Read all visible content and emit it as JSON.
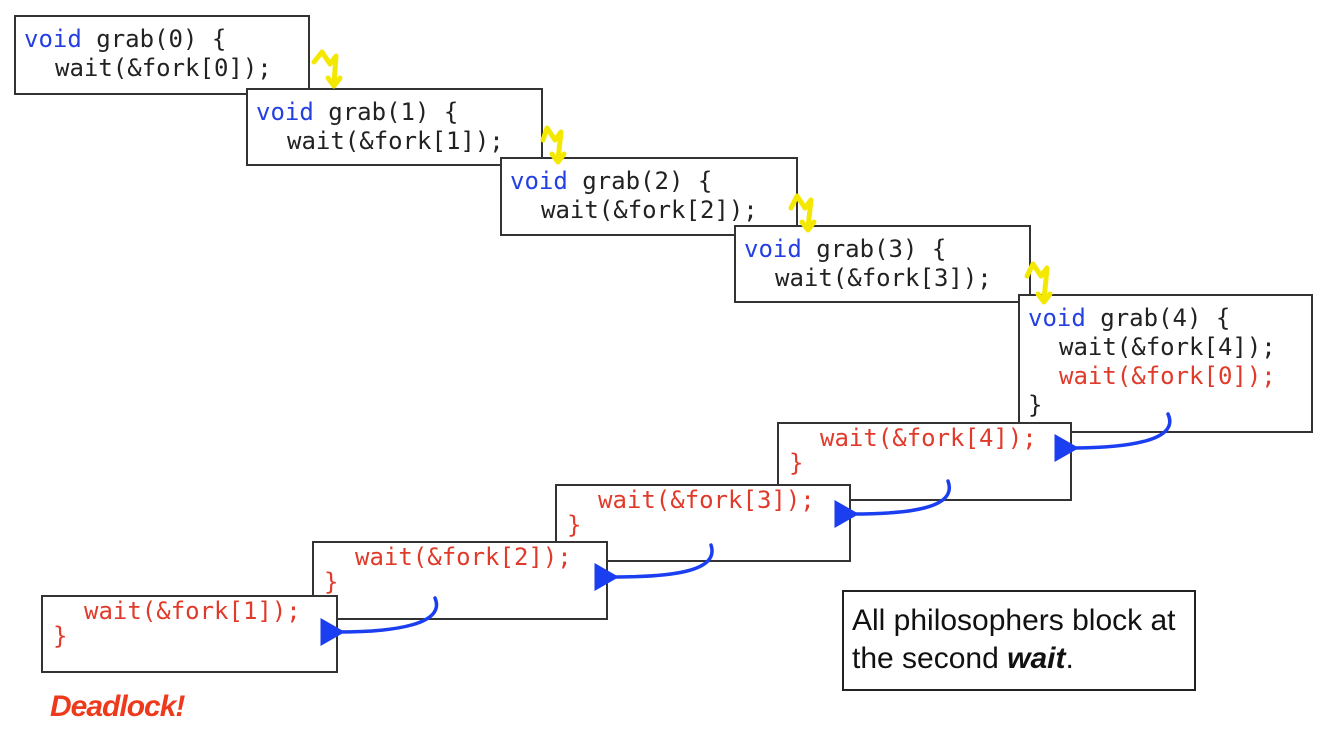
{
  "code_blocks": [
    {
      "keyword": "void",
      "signature": " grab(0) {",
      "first_wait": "wait(&fork[0]);"
    },
    {
      "keyword": "void",
      "signature": " grab(1) {",
      "first_wait": "wait(&fork[1]);"
    },
    {
      "keyword": "void",
      "signature": " grab(2) {",
      "first_wait": "wait(&fork[2]);"
    },
    {
      "keyword": "void",
      "signature": " grab(3) {",
      "first_wait": "wait(&fork[3]);"
    },
    {
      "keyword": "void",
      "signature": " grab(4) {",
      "first_wait": "wait(&fork[4]);",
      "second_wait": "wait(&fork[0]);",
      "close": "}"
    }
  ],
  "second_waits": [
    {
      "text": "wait(&fork[4]);",
      "close": "}"
    },
    {
      "text": "wait(&fork[3]);",
      "close": "}"
    },
    {
      "text": "wait(&fork[2]);",
      "close": "}"
    },
    {
      "text": "wait(&fork[1]);",
      "close": "}"
    }
  ],
  "note": {
    "text": "All philosophers block at the second ",
    "emphasis": "wait",
    "end": "."
  },
  "deadlock_label": "Deadlock!",
  "colors": {
    "keyword": "#2440e0",
    "blocked": "#e03a2a",
    "arrow": "#1a3ef0",
    "bolt": "#f5e800",
    "deadlock": "#ee3a1c"
  },
  "icons": [
    "lightning-bolt-icon",
    "curved-arrow-icon"
  ]
}
